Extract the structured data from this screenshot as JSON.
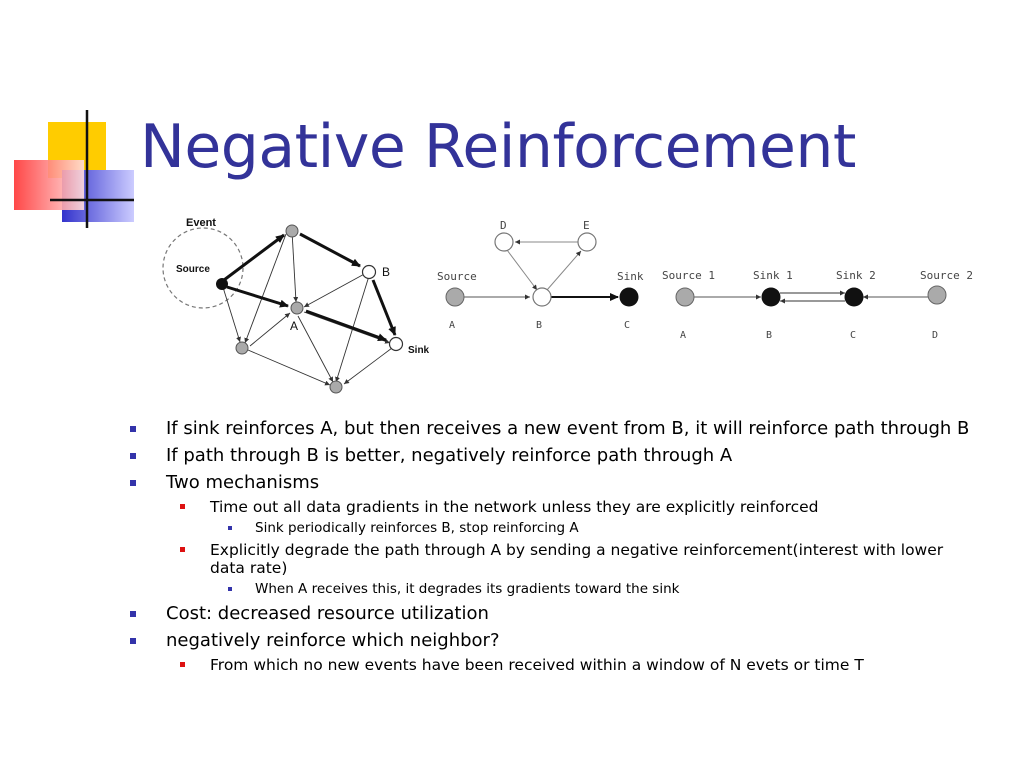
{
  "slide": {
    "title": "Negative Reinforcement"
  },
  "colors": {
    "title": "#333399",
    "bullet_l1": "#3333aa",
    "bullet_l2": "#dd1111",
    "deco_yellow": "#ffcc00",
    "deco_blue": "#3333cc",
    "deco_red": "#ff3333"
  },
  "diagram1": {
    "event_label": "Event",
    "source_label": "Source",
    "node_a_label": "A",
    "node_b_label": "B",
    "sink_label": "Sink"
  },
  "diagram2": {
    "node_d_label": "D",
    "node_e_label": "E",
    "source_label": "Source",
    "sink_label": "Sink",
    "letter_a": "A",
    "letter_b": "B",
    "letter_c": "C"
  },
  "diagram3": {
    "source1_label": "Source 1",
    "sink1_label": "Sink 1",
    "sink2_label": "Sink 2",
    "source2_label": "Source 2",
    "letter_a": "A",
    "letter_b": "B",
    "letter_c": "C",
    "letter_d": "D"
  },
  "bullets": [
    "If sink reinforces A, but then receives a new event from B, it will reinforce path through B",
    "If path through B is better, negatively reinforce path through A",
    "Two mechanisms",
    "Time out all data gradients in the network unless they are explicitly reinforced",
    "Sink periodically reinforces B, stop reinforcing A",
    "Explicitly degrade the path through A by sending a negative reinforcement(interest with lower data rate)",
    "When A receives this, it degrades its gradients toward the sink",
    "Cost: decreased resource utilization",
    "negatively reinforce which neighbor?",
    "From which no new events have been received within a window of N evets or time T"
  ]
}
